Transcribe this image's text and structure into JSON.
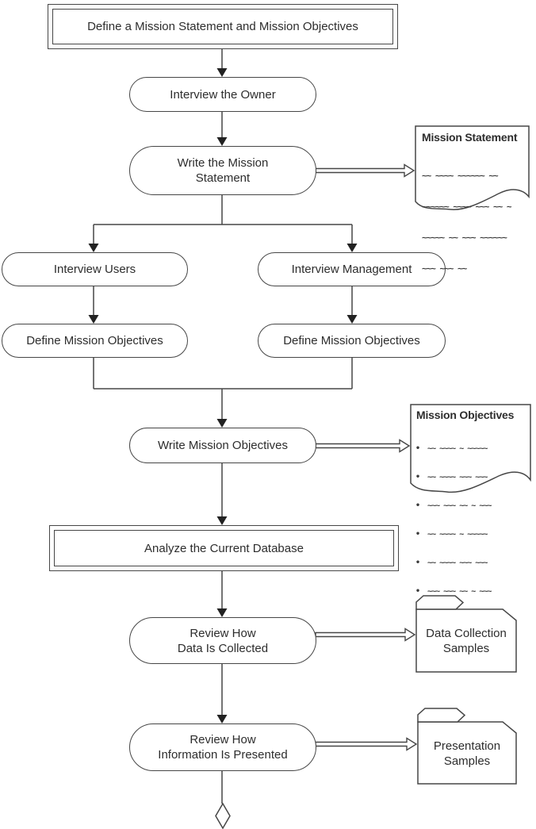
{
  "palette": {
    "stroke": "#464646",
    "ink": "#222222",
    "text": "#2d2d2d",
    "bg": "#ffffff"
  },
  "flow": {
    "define_mission": "Define a Mission Statement and Mission Objectives",
    "interview_owner": "Interview the Owner",
    "write_mission_statement": "Write the Mission\nStatement",
    "interview_users": "Interview Users",
    "interview_management": "Interview Management",
    "define_objectives_left": "Define Mission Objectives",
    "define_objectives_right": "Define Mission Objectives",
    "write_mission_objectives": "Write Mission Objectives",
    "analyze_database": "Analyze the Current Database",
    "review_data": "Review How\nData Is Collected",
    "review_info": "Review How\nInformation Is Presented"
  },
  "documents": {
    "mission_statement": {
      "title": "Mission Statement",
      "lines": [
        "~~ ~~~~ ~~~~~~ ~~",
        "~~~~~~ ~~~~ ~~~ ~~ ~",
        "~~~~~ ~~ ~~~ ~~~~~~",
        "~~~ ~~~ ~~"
      ]
    },
    "mission_objectives": {
      "title": "Mission Objectives",
      "lines": [
        "•  ~~ ~~~~ ~ ~~~~~",
        "•  ~~ ~~~~ ~~~ ~~~",
        "•  ~~~ ~~~ ~~ ~ ~~~",
        "•  ~~ ~~~~ ~ ~~~~~",
        "•  ~~ ~~~~ ~~~ ~~~",
        "•  ~~~ ~~~ ~~ ~ ~~~"
      ]
    }
  },
  "folders": {
    "data_collection": "Data Collection\nSamples",
    "presentation": "Presentation\nSamples"
  }
}
